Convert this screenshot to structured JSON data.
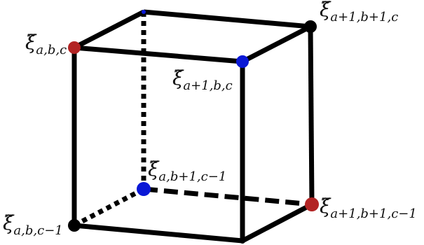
{
  "diagram": {
    "colors": {
      "edge": "#000000",
      "red": "#b22424",
      "blue": "#0a18d6",
      "black": "#000000"
    },
    "vertices": {
      "top_front_left": {
        "symbol": "ξ̃",
        "subscript": "a,b,c",
        "color": "red"
      },
      "top_front_right": {
        "symbol": "ξ̃",
        "subscript": "a+1,b,c",
        "color": "blue"
      },
      "top_back_right": {
        "symbol": "ξ̃",
        "subscript": "a+1,b+1,c",
        "color": "black"
      },
      "top_back_left": {
        "symbol": "",
        "subscript": "",
        "color": "blue"
      },
      "bottom_back_left": {
        "symbol": "ξ̃",
        "subscript": "a,b+1,c−1",
        "color": "blue"
      },
      "bottom_back_right": {
        "symbol": "ξ̃",
        "subscript": "a+1,b+1,c−1",
        "color": "red"
      },
      "bottom_front_left": {
        "symbol": "ξ̃",
        "subscript": "a,b,c−1",
        "color": "black"
      },
      "bottom_front_right": {
        "symbol": "",
        "subscript": "",
        "color": "black"
      }
    }
  }
}
